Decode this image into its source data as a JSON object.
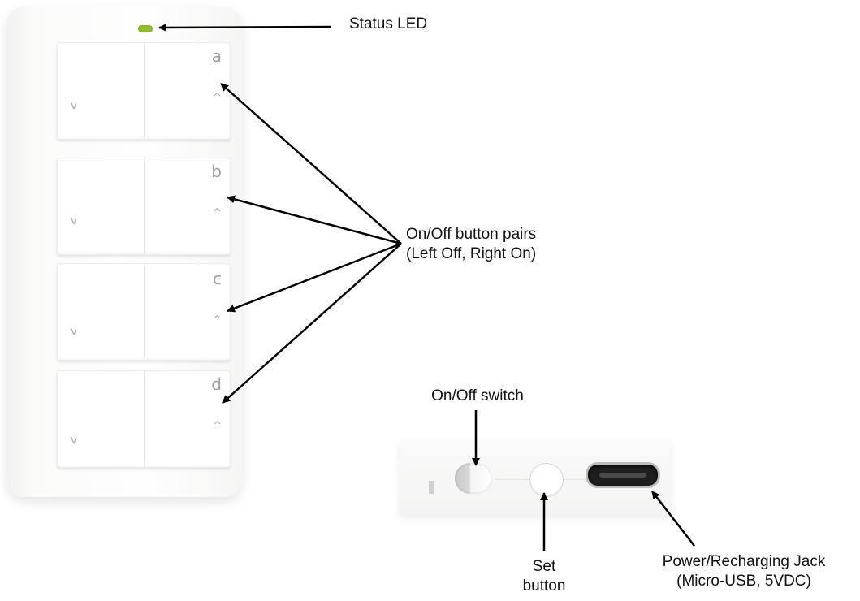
{
  "labels": {
    "status_led": "Status LED",
    "button_pairs_line1": "On/Off button pairs",
    "button_pairs_line2": "(Left Off, Right On)",
    "onoff_switch": "On/Off switch",
    "set_button_line1": "Set",
    "set_button_line2": "button",
    "power_jack_line1": "Power/Recharging Jack",
    "power_jack_line2": "(Micro-USB, 5VDC)"
  },
  "buttons": [
    {
      "letter": "a",
      "off_glyph": "v",
      "on_glyph": "^"
    },
    {
      "letter": "b",
      "off_glyph": "v",
      "on_glyph": "^"
    },
    {
      "letter": "c",
      "off_glyph": "v",
      "on_glyph": "^"
    },
    {
      "letter": "d",
      "off_glyph": "v",
      "on_glyph": "^"
    }
  ],
  "colors": {
    "led": "#8fbf2a",
    "device": "#fdfdfd",
    "arrow": "#000000"
  }
}
